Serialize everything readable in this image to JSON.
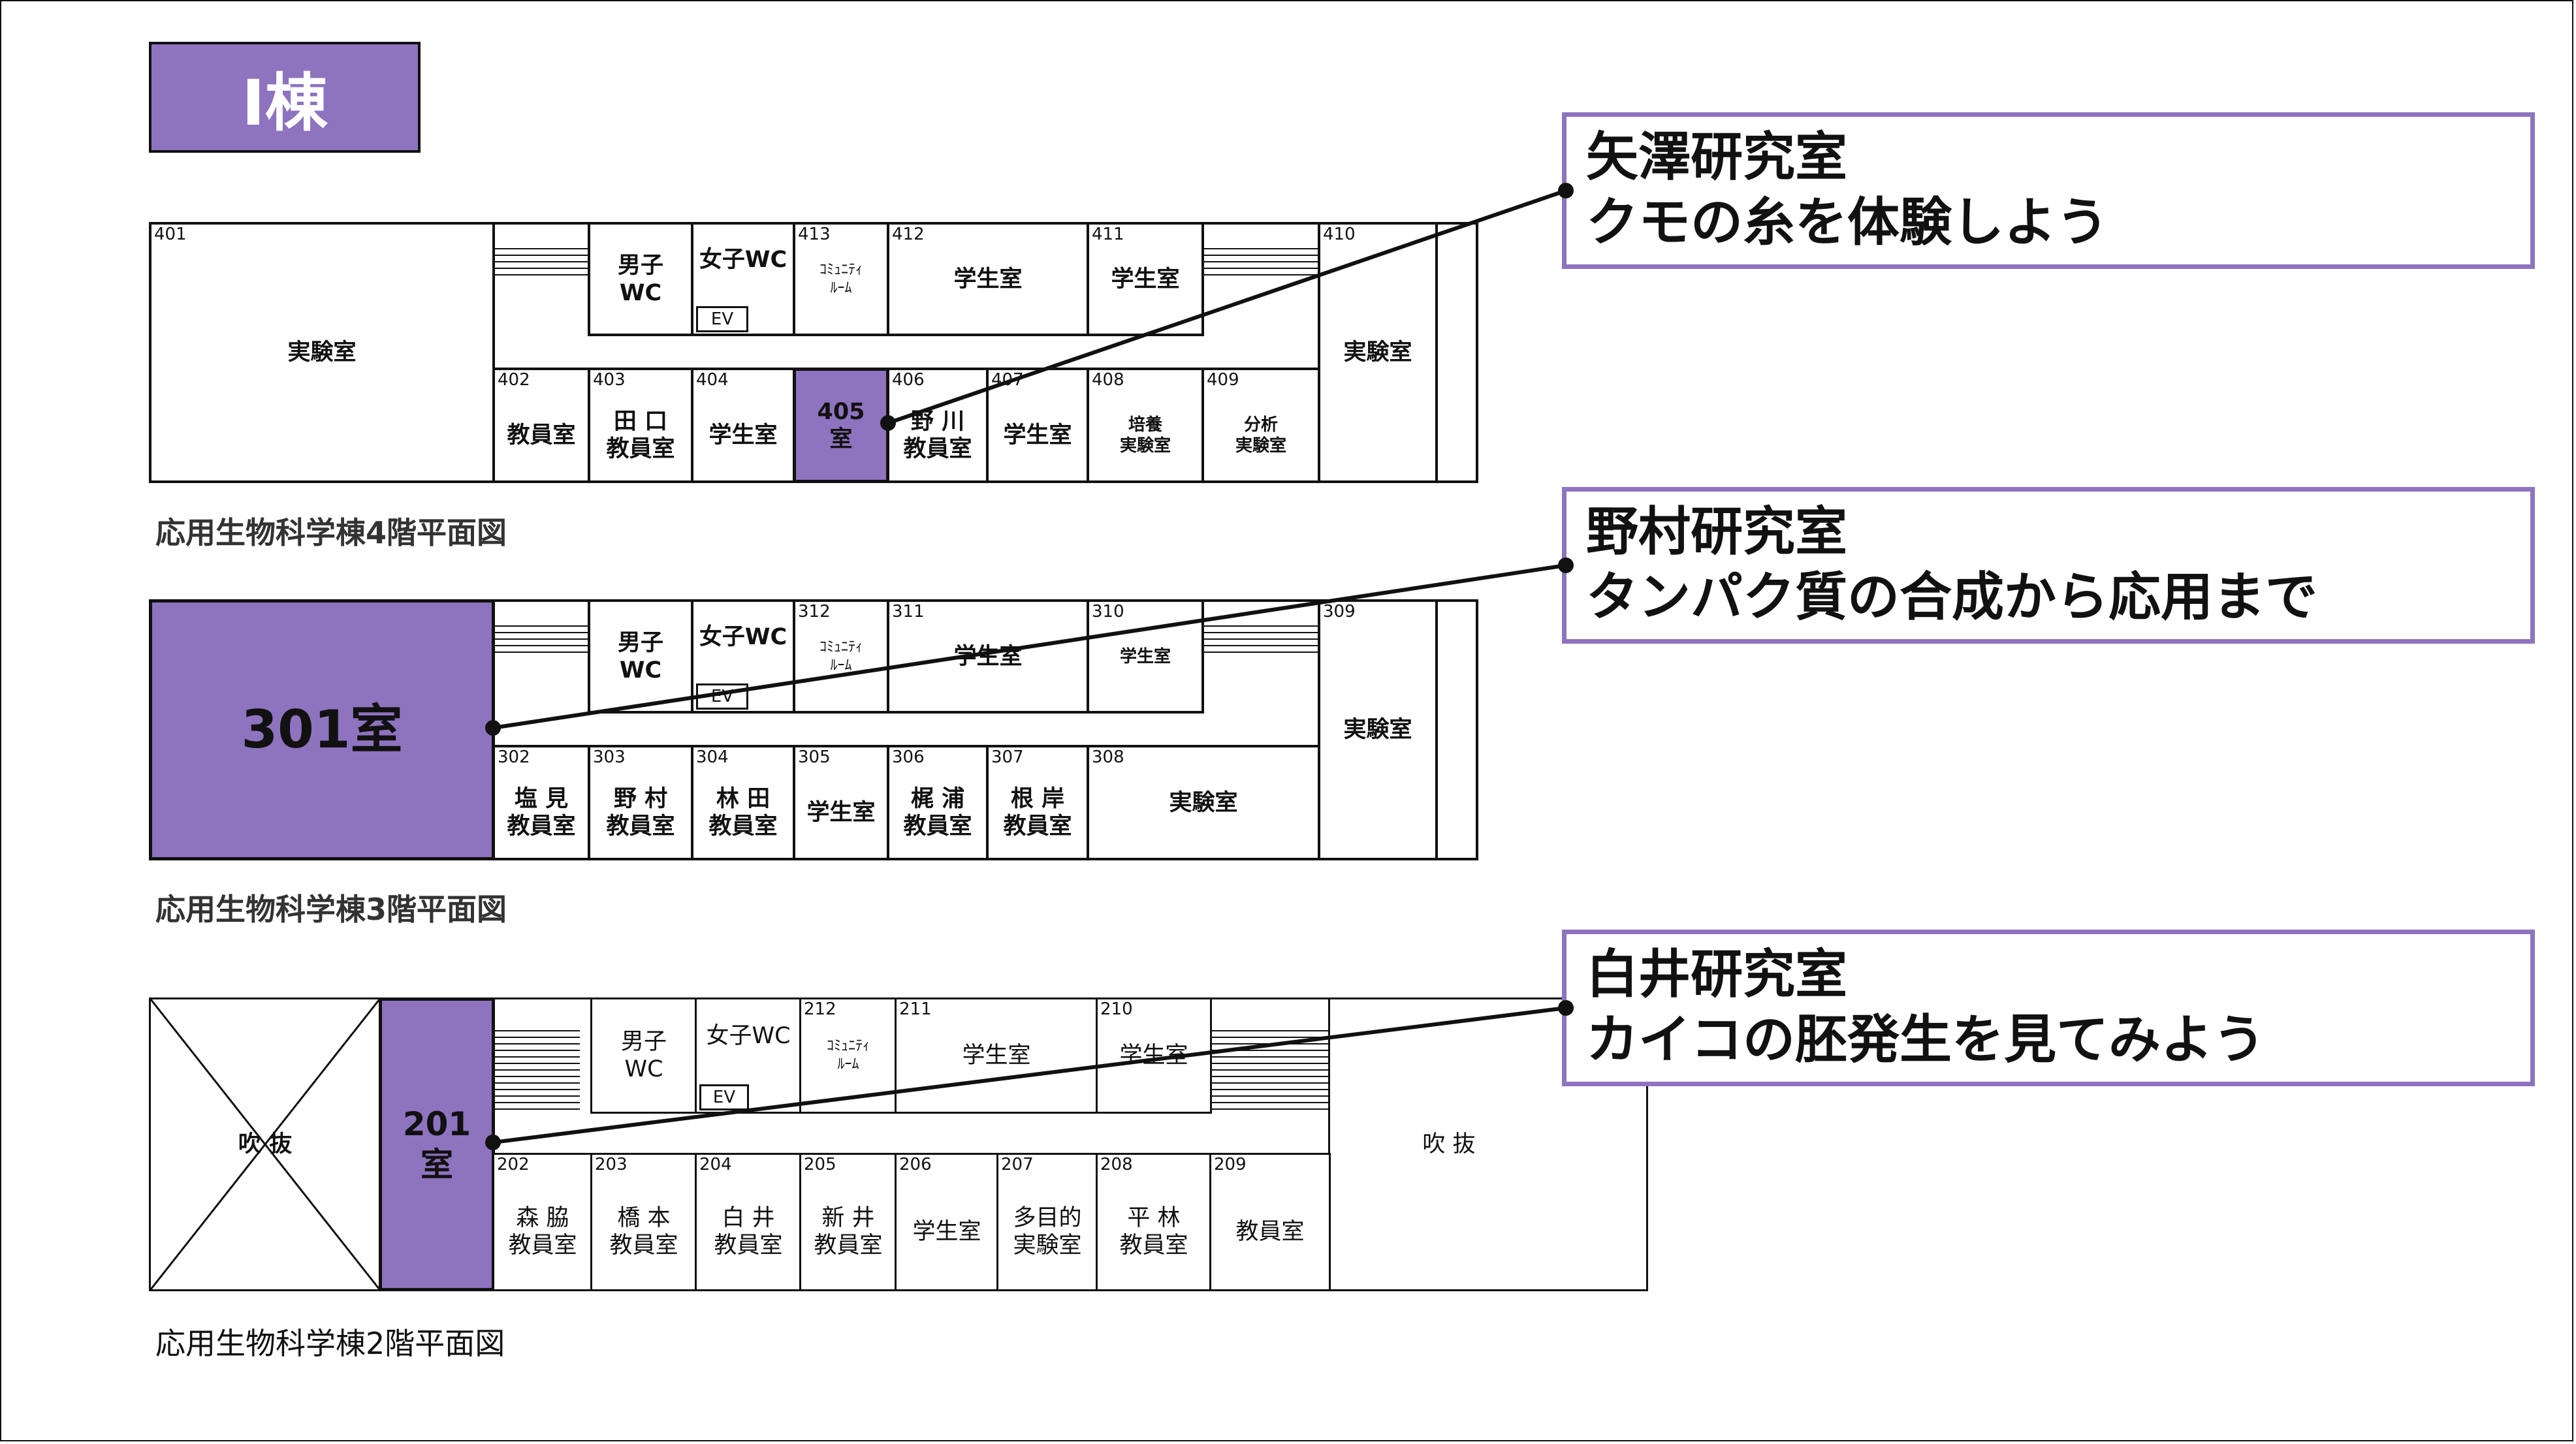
{
  "building_label": "I棟",
  "floor4": {
    "caption": "応用生物科学棟4階平面図",
    "rooms": {
      "r401_num": "401",
      "r401_label": "実験室",
      "men_wc": "男子\nWC",
      "women_wc": "女子WC",
      "ev": "EV",
      "r413_num": "413",
      "r413_label": "ｺﾐｭﾆﾃｨ\nﾙｰﾑ",
      "r412_num": "412",
      "r412_label": "学生室",
      "r411_num": "411",
      "r411_label": "学生室",
      "r410_num": "410",
      "r410_label": "実験室",
      "r402_num": "402",
      "r402_label": "教員室",
      "r403_num": "403",
      "r403_label": "田 口\n教員室",
      "r404_num": "404",
      "r404_label": "学生室",
      "r405_label": "405\n室",
      "r406_num": "406",
      "r406_label": "野 川\n教員室",
      "r407_num": "407",
      "r407_label": "学生室",
      "r408_num": "408",
      "r408_label": "培養\n実験室",
      "r409_num": "409",
      "r409_label": "分析\n実験室"
    }
  },
  "floor3": {
    "caption": "応用生物科学棟3階平面図",
    "rooms": {
      "r301_label": "301室",
      "men_wc": "男子\nWC",
      "women_wc": "女子WC",
      "ev": "EV",
      "r312_num": "312",
      "r312_label": "ｺﾐｭﾆﾃｨ\nﾙｰﾑ",
      "r311_num": "311",
      "r311_label": "学生室",
      "r310_num": "310",
      "r310_label": "学生室",
      "r309_num": "309",
      "r309_label": "実験室",
      "r302_num": "302",
      "r302_label": "塩 見\n教員室",
      "r303_num": "303",
      "r303_label": "野 村\n教員室",
      "r304_num": "304",
      "r304_label": "林 田\n教員室",
      "r305_num": "305",
      "r305_label": "学生室",
      "r306_num": "306",
      "r306_label": "梶 浦\n教員室",
      "r307_num": "307",
      "r307_label": "根 岸\n教員室",
      "r308_num": "308",
      "r308_label": "実験室"
    }
  },
  "floor2": {
    "caption": "応用生物科学棟2階平面図",
    "rooms": {
      "atrium_left": "吹 抜",
      "r201_label": "201\n室",
      "men_wc": "男子\nWC",
      "women_wc": "女子WC",
      "ev": "EV",
      "r212_num": "212",
      "r212_label": "ｺﾐｭﾆﾃｨ\nﾙｰﾑ",
      "r211_num": "211",
      "r211_label": "学生室",
      "r210_num": "210",
      "r210_label": "学生室",
      "atrium_right": "吹 抜",
      "r202_num": "202",
      "r202_label": "森 脇\n教員室",
      "r203_num": "203",
      "r203_label": "橋 本\n教員室",
      "r204_num": "204",
      "r204_label": "白 井\n教員室",
      "r205_num": "205",
      "r205_label": "新 井\n教員室",
      "r206_num": "206",
      "r206_label": "学生室",
      "r207_num": "207",
      "r207_label": "多目的\n実験室",
      "r208_num": "208",
      "r208_label": "平 林\n教員室",
      "r209_num": "209",
      "r209_label": "教員室"
    }
  },
  "callouts": [
    {
      "title": "矢澤研究室",
      "desc": "クモの糸を体験しよう"
    },
    {
      "title": "野村研究室",
      "desc": "タンパク質の合成から応用まで"
    },
    {
      "title": "白井研究室",
      "desc": "カイコの胚発生を見てみよう"
    }
  ],
  "colors": {
    "accent": "#8e73bf",
    "line": "#111111"
  }
}
